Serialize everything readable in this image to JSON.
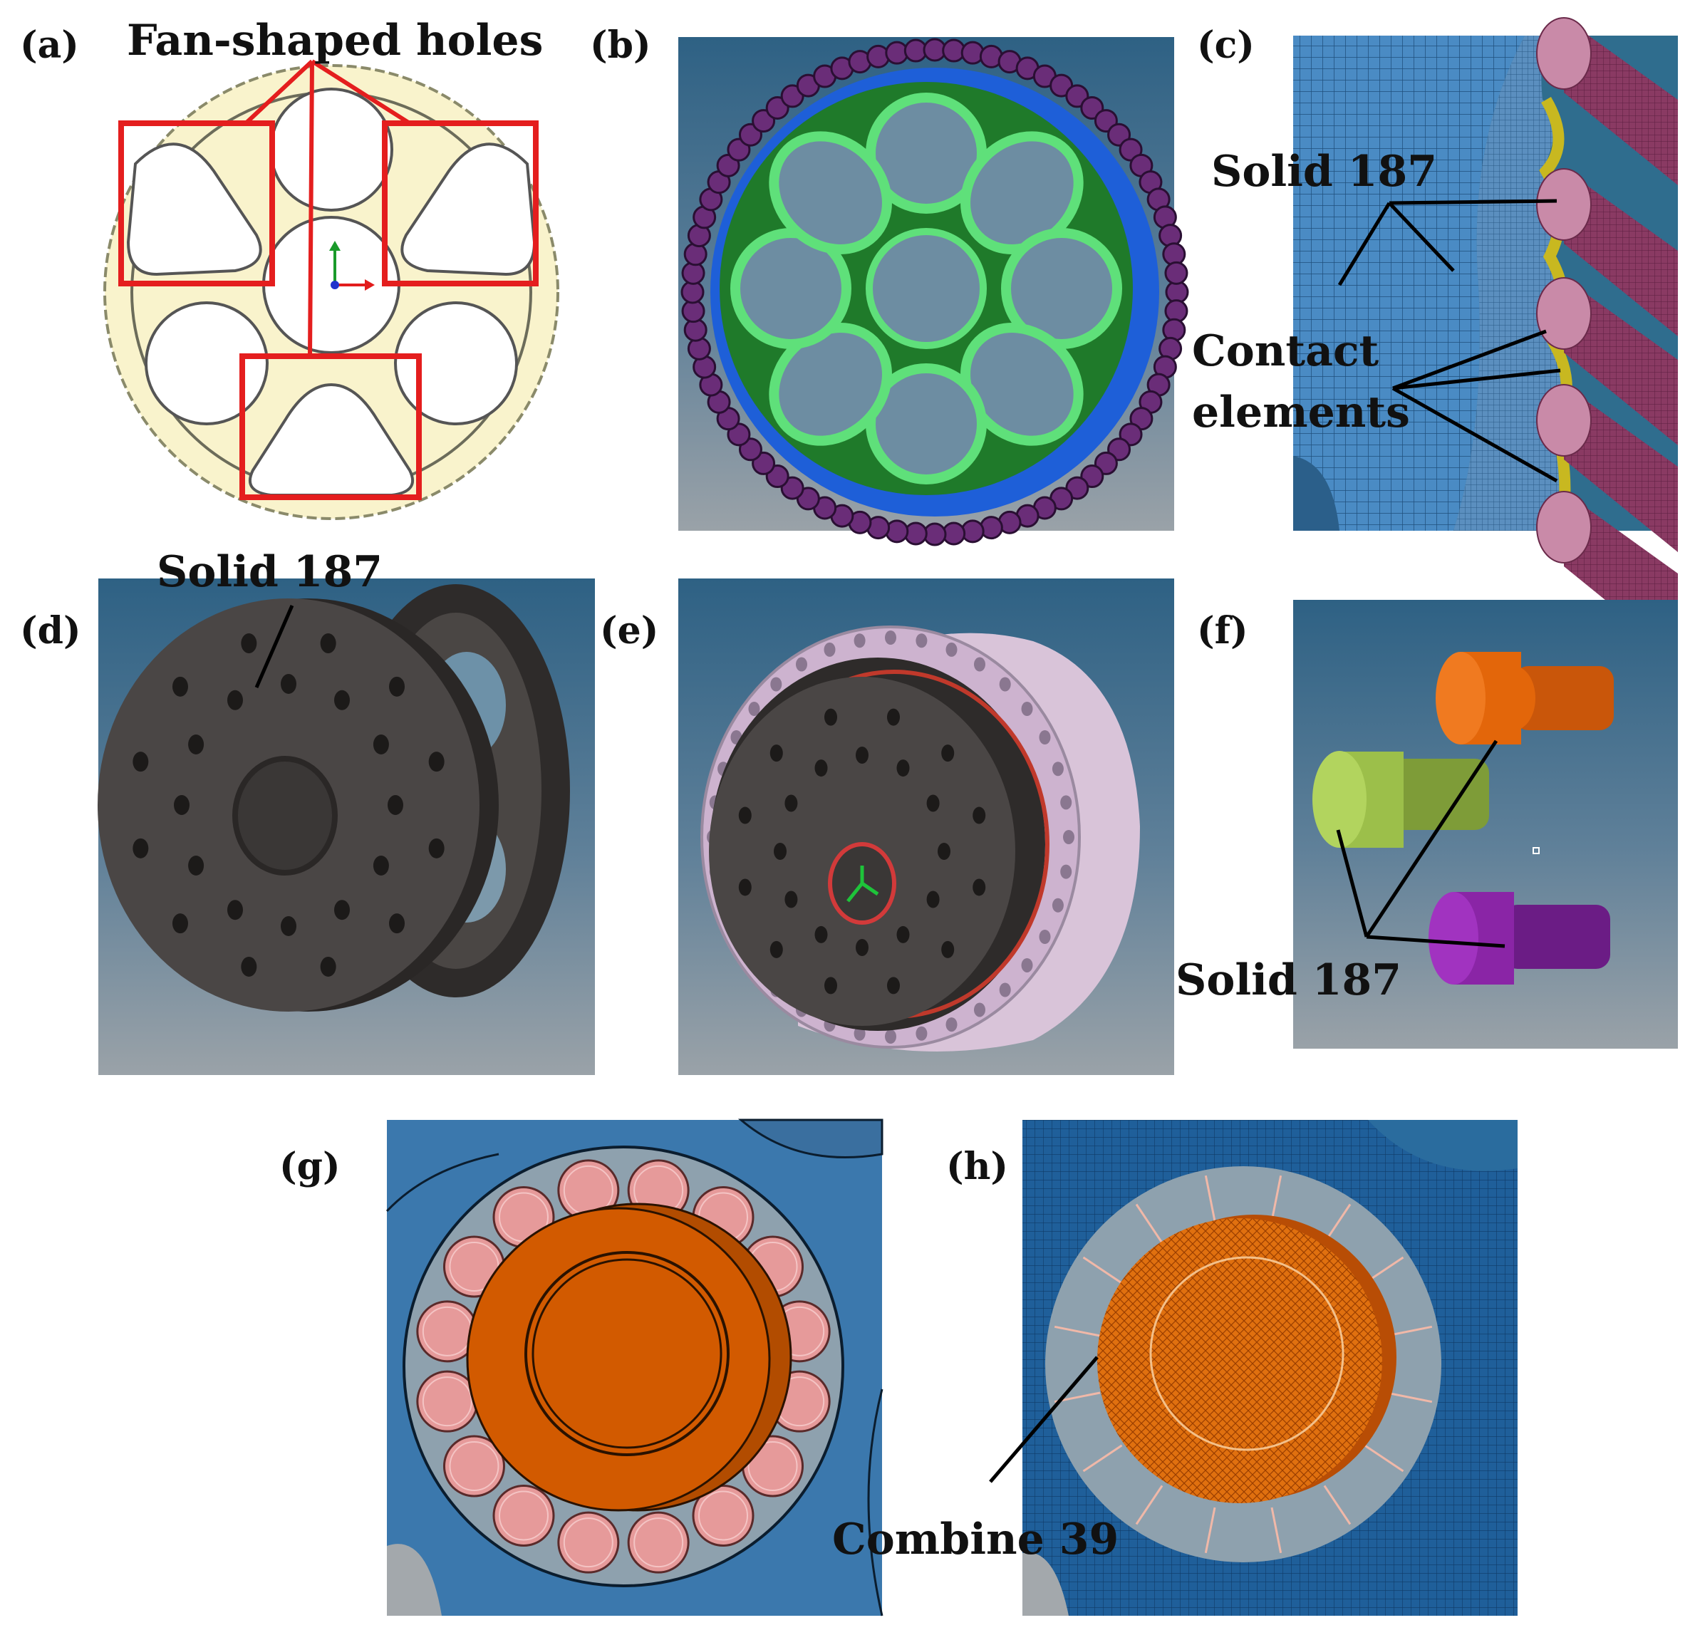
{
  "panels": {
    "a": {
      "label": "(a)",
      "note": "Fan-shaped holes"
    },
    "b": {
      "label": "(b)"
    },
    "c": {
      "label": "(c)",
      "note1": "Solid 187",
      "note2a": "Contact",
      "note2b": "elements"
    },
    "d": {
      "label": "(d)",
      "note": "Solid 187"
    },
    "e": {
      "label": "(e)"
    },
    "f": {
      "label": "(f)",
      "note": "Solid 187"
    },
    "g": {
      "label": "(g)"
    },
    "h": {
      "label": "(h)",
      "note": "Combine 39"
    }
  },
  "colors": {
    "viewport_top": "#2e6184",
    "viewport_bottom": "#9aa2a8",
    "gear_cream": "#f9f3cc",
    "green": "#1f7a2a",
    "light_green": "#5fe07a",
    "ring_blue": "#1e5fd8",
    "roller_purple": "#6a2d78",
    "mesh_blue": "#3f7fb6",
    "dark_part": "#3d3a39",
    "housing_pink": "#d9c4d9",
    "orange": "#d25a00",
    "pin_orange": "#e3660a",
    "pin_green": "#9cbf4a",
    "pin_purple": "#8a25a6",
    "bearing_pink": "#e69a9a",
    "steel_blue": "#3b78ad",
    "box_red": "#e41e1e"
  }
}
